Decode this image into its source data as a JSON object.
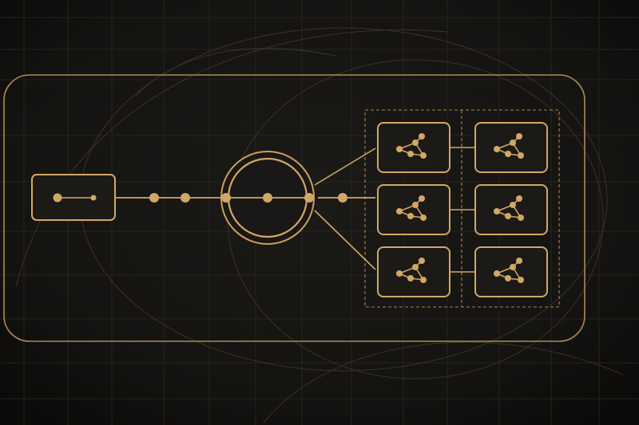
{
  "colors": {
    "background": "#151412",
    "background_edge": "#0c0b0a",
    "gold": "#d2a766",
    "gold_dim": "#9c7a48",
    "box_fill": "#1c1a17",
    "grid": "#2b2822"
  },
  "diagram": {
    "source_node": {
      "icon": "dot-line-icon"
    },
    "connector_dots": 2,
    "hub_node": {
      "icon": "concentric-ring-icon",
      "axis_dots": 3
    },
    "hub_output_dots": 1,
    "grid_rows": 3,
    "grid_columns": 2,
    "cell_icon": "node-graph-icon",
    "group_border": "dashed"
  }
}
